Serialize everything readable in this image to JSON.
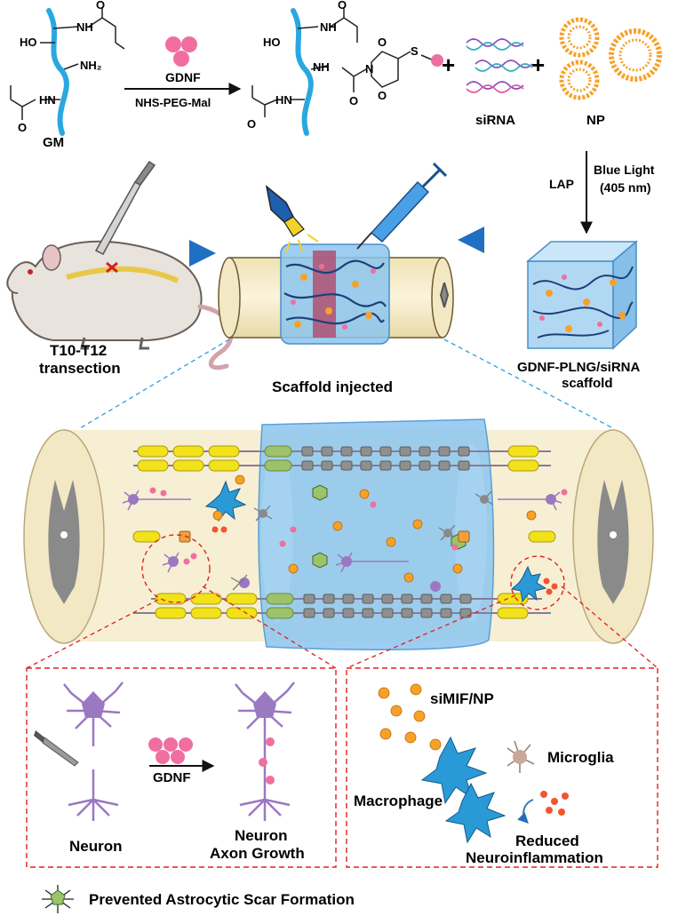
{
  "chemistry": {
    "gm_label": "GM",
    "reagent_name": "GDNF",
    "linker_label": "NHS-PEG-Mal",
    "group_oh": "HO",
    "group_nh": "NH",
    "group_hn": "HN",
    "group_nh2": "NH₂",
    "group_n": "N",
    "group_s": "S",
    "group_o": "O",
    "plus": "+",
    "sirna_label": "siRNA",
    "np_label": "NP",
    "lap_label": "LAP",
    "light_line1": "Blue Light",
    "light_line2": "(405 nm)"
  },
  "surgery": {
    "rat_label_line1": "T10-T12",
    "rat_label_line2": "transection",
    "scaffold_injected": "Scaffold injected",
    "scaffold_label_line1": "GDNF-PLNG/siRNA",
    "scaffold_label_line2": "scaffold"
  },
  "panels": {
    "gdnf_arrow_label": "GDNF",
    "neuron_label": "Neuron",
    "neuron_growth_line1": "Neuron",
    "neuron_growth_line2": "Axon Growth",
    "simif_label": "siMIF/NP",
    "microglia_label": "Microglia",
    "macrophage_label": "Macrophage",
    "reduced_line1": "Reduced",
    "reduced_line2": "Neuroinflammation"
  },
  "legend": {
    "astro_text": "Prevented Astrocytic Scar Formation"
  },
  "colors": {
    "chain_blue": "#29a8e0",
    "gdnf_pink": "#f06ea0",
    "cord_tan": "#f3e8c4",
    "gel_blue": "#8fc8ee",
    "myelin_yellow": "#f2e21a",
    "dashed_red": "#e02020",
    "neuron_purple": "#9b78c2",
    "macrophage_blue": "#2a9ad6",
    "np_orange": "#f7a128"
  }
}
